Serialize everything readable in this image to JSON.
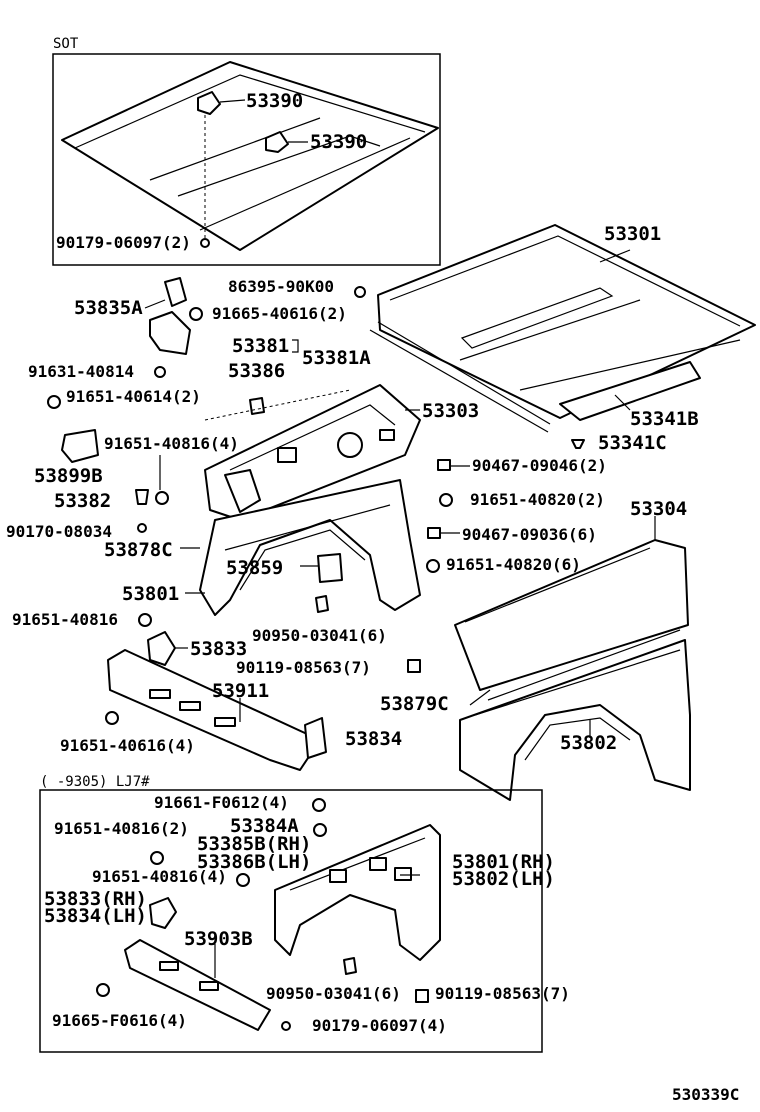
{
  "panels": {
    "sot": {
      "label": "SOT"
    },
    "lj7": {
      "label": "(      -9305) LJ7#"
    }
  },
  "labels": {
    "p53390a": "53390",
    "p53390b": "53390",
    "p90179_06097_2": "90179-06097(2)",
    "p53301": "53301",
    "p86395": "86395-90K00",
    "p53835A": "53835A",
    "p91665_40616_2": "91665-40616(2)",
    "p53381": "53381",
    "p53381A": "53381A",
    "p91631": "91631-40814",
    "p53386": "53386",
    "p91651_40614": "91651-40614(2)",
    "p53303": "53303",
    "p53341B": "53341B",
    "p53341C": "53341C",
    "p91651_40816_4a": "91651-40816(4)",
    "p53899B": "53899B",
    "p90467_09046": "90467-09046(2)",
    "p53382": "53382",
    "p91651_40820_2": "91651-40820(2)",
    "p53304": "53304",
    "p90170": "90170-08034",
    "p90467_09036": "90467-09036(6)",
    "p53878C": "53878C",
    "p53859": "53859",
    "p91651_40820_6": "91651-40820(6)",
    "p53801": "53801",
    "p91651_40816": "91651-40816",
    "p90950_6a": "90950-03041(6)",
    "p53833": "53833",
    "p90119_7a": "90119-08563(7)",
    "p53911": "53911",
    "p53879C": "53879C",
    "p91651_40616_4": "91651-40616(4)",
    "p53834": "53834",
    "p53802": "53802",
    "p91661": "91661-F0612(4)",
    "p53384A": "53384A",
    "p91651_40816_2": "91651-40816(2)",
    "p53385B": "53385B(RH)",
    "p53386B": "53386B(LH)",
    "p53801RH": "53801(RH)",
    "p53802LH": "53802(LH)",
    "p91651_40816_4b": "91651-40816(4)",
    "p53833RH": "53833(RH)",
    "p53834LH": "53834(LH)",
    "p53903B": "53903B",
    "p90950_6b": "90950-03041(6)",
    "p90119_7b": "90119-08563(7)",
    "p91665_F0616": "91665-F0616(4)",
    "p90179_06097_4": "90179-06097(4)"
  },
  "figure_id": "530339C"
}
